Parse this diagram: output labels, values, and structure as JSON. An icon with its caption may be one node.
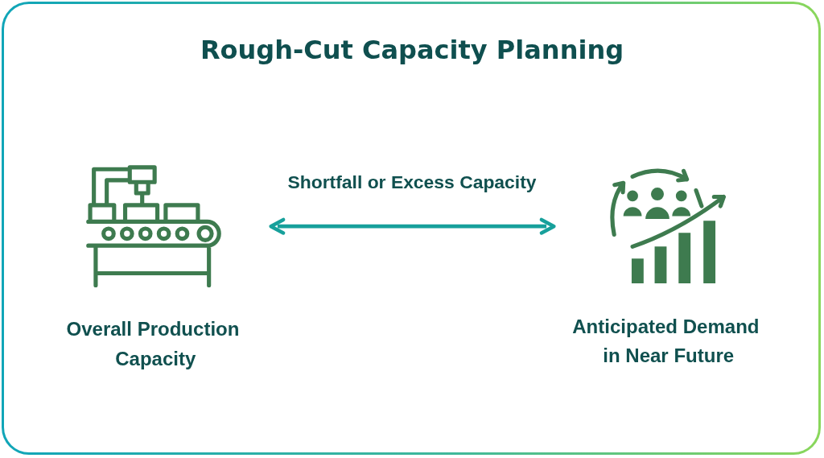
{
  "diagram": {
    "title": "Rough-Cut Capacity Planning",
    "nodes": [
      {
        "text": [
          "Overall Production Capacity"
        ]
      },
      {
        "text": [
          "Anticipated Demand in Near Future"
        ]
      }
    ],
    "edges": [
      {
        "from": 0,
        "to": 1,
        "arrow": "both",
        "label": "Shortfall or Excess Capacity",
        "color": "#17a09b"
      }
    ]
  }
}
